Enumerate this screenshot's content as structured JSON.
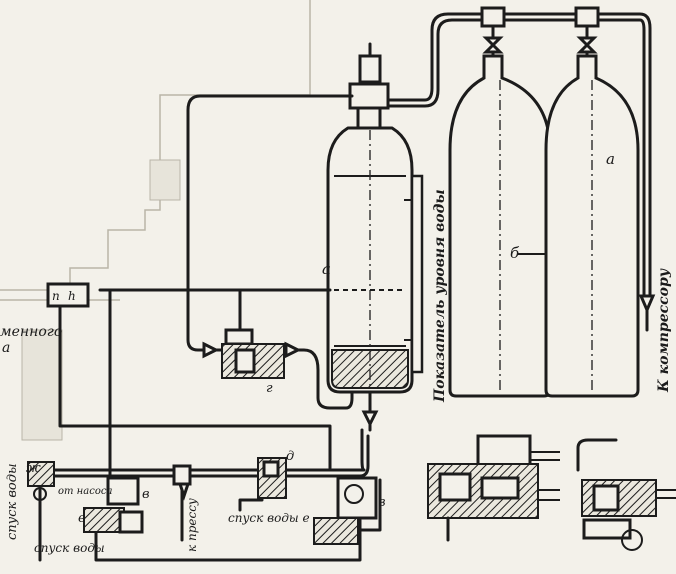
{
  "labels": {
    "a_vessel": "а",
    "b_cylinder": "б",
    "v_right": "в",
    "v_left": "в",
    "g": "г",
    "d": "д",
    "e": "е",
    "zh": "ж",
    "p": "п",
    "h": "h",
    "level_indicator": "Показатель уровня воды",
    "to_compressor": "К компрессору",
    "to_press": "к прессу",
    "water_drain_e": "спуск воды е",
    "water_drain_left": "спуск воды",
    "water_drain_bottom": "спуск воды",
    "from_pump": "от насоса",
    "left_fragment_1": "менного",
    "left_fragment_2": "а"
  }
}
